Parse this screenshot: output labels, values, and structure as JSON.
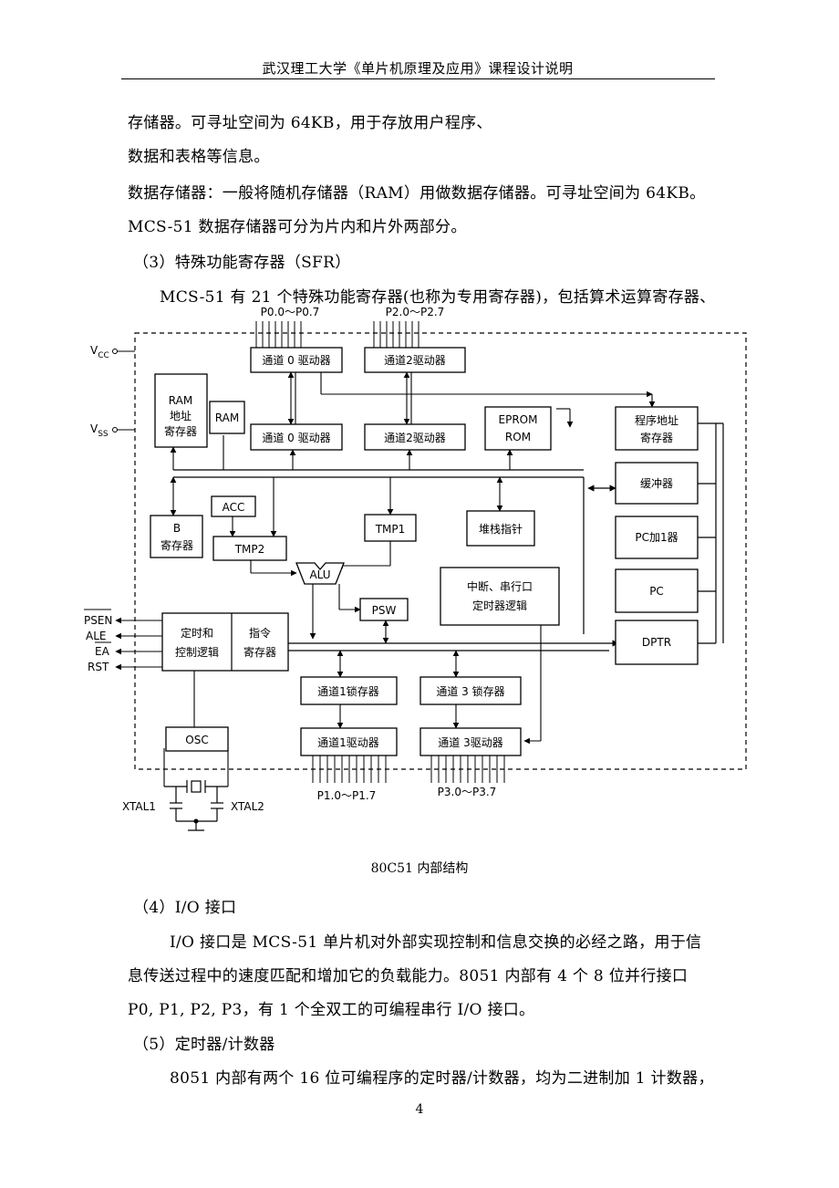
{
  "header": {
    "title": "武汉理工大学《单片机原理及应用》课程设计说明"
  },
  "paragraphs": {
    "l1": "存储器。可寻址空间为 64KB，用于存放用户程序、",
    "l2": "数据和表格等信息。",
    "l3": "数据存储器：一般将随机存储器（RAM）用做数据存储器。可寻址空间为 64KB。",
    "l4": "MCS-51 数据存储器可分为片内和片外两部分。",
    "l5": "（3）特殊功能寄存器（SFR）",
    "l6": "MCS-51 有 21 个特殊功能寄存器(也称为专用寄存器)，包括算术运算寄存器、",
    "l7": "（4）I/O 接口",
    "l8": "I/O 接口是 MCS-51 单片机对外部实现控制和信息交换的必经之路，用于信",
    "l9": "息传送过程中的速度匹配和增加它的负载能力。8051 内部有 4 个 8 位并行接口",
    "l10": "P0, P1, P2, P3，有 1 个全双工的可编程串行 I/O 接口。",
    "l11": "（5）定时器/计数器",
    "l12": "8051 内部有两个 16 位可编程序的定时器/计数器，均为二进制加 1 计数器，"
  },
  "figure": {
    "caption": "80C51 内部结构",
    "pins": {
      "vcc": "V",
      "vcc_sub": "CC",
      "vss": "V",
      "vss_sub": "SS",
      "psen": "PSEN",
      "ale": "ALE",
      "ea": "EA",
      "rst": "RST",
      "xtal1": "XTAL1",
      "xtal2": "XTAL2"
    },
    "ports": {
      "p0": "P0.0～P0.7",
      "p2": "P2.0～P2.7",
      "p1": "P1.0～P1.7",
      "p3": "P3.0～P3.7"
    },
    "blocks": {
      "p0_driver_top": "通道 0 驱动器",
      "p2_driver_top": "通道2驱动器",
      "p0_driver": "通道 0 驱动器",
      "p2_driver": "通道2驱动器",
      "ram_addr_1": "RAM",
      "ram_addr_2": "地址",
      "ram_addr_3": "寄存器",
      "ram": "RAM",
      "eprom_1": "EPROM",
      "eprom_2": "ROM",
      "pc_addr_1": "程序地址",
      "pc_addr_2": "寄存器",
      "buffer": "缓冲器",
      "pc_inc": "PC加1器",
      "pc": "PC",
      "dptr": "DPTR",
      "acc": "ACC",
      "b_reg_1": "B",
      "b_reg_2": "寄存器",
      "tmp2": "TMP2",
      "tmp1": "TMP1",
      "sp": "堆栈指针",
      "alu": "ALU",
      "psw": "PSW",
      "int_1": "中断、串行口",
      "int_2": "定时器逻辑",
      "timing_1": "定时和",
      "timing_2": "控制逻辑",
      "ir_1": "指令",
      "ir_2": "寄存器",
      "p1_latch": "通道1锁存器",
      "p3_latch": "通道 3 锁存器",
      "p1_driver": "通道1驱动器",
      "p3_driver": "通道 3驱动器",
      "osc": "OSC"
    }
  },
  "page_number": "4"
}
